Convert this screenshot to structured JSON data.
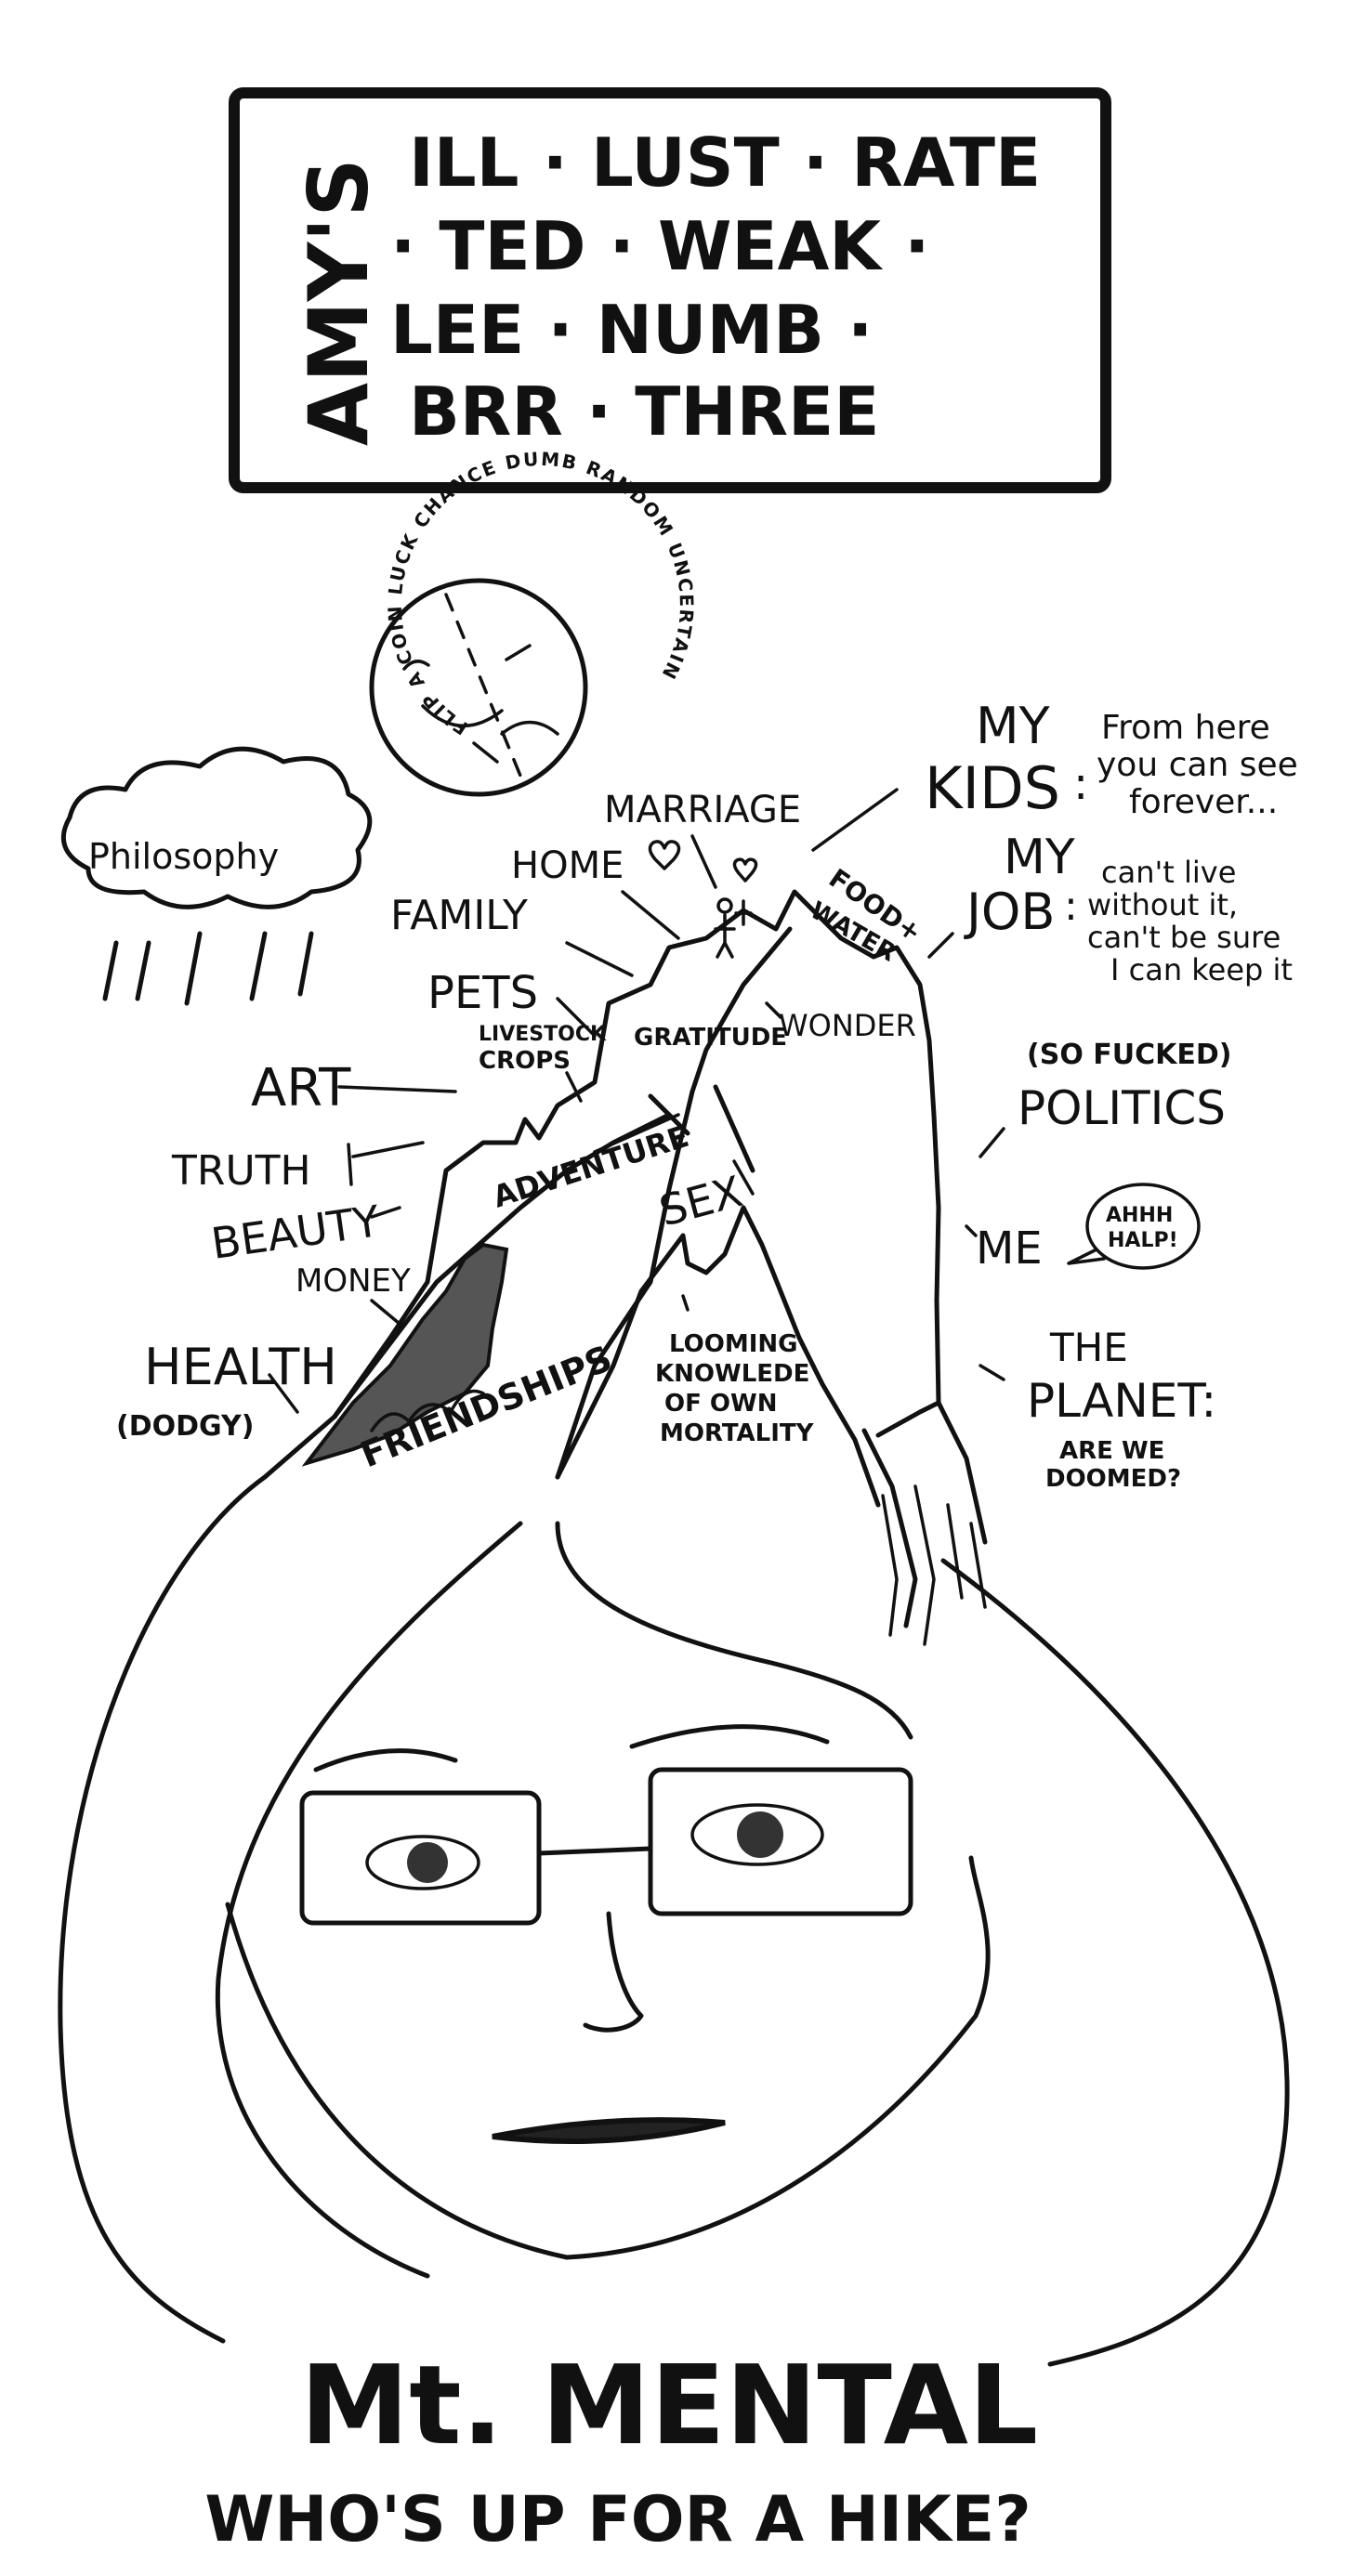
{
  "title": {
    "owner": "AMY'S",
    "lines": [
      "ILL · LUST · RATE",
      "· TED · WEAK ·",
      "LEE · NUMB ·",
      "BRR · THREE"
    ]
  },
  "sun": {
    "ring_text": "FLIP A COIN  LUCK  CHANCE  DUMB  RANDOM  UNCERTAIN"
  },
  "cloud": {
    "label": "Philosophy"
  },
  "mountain_labels": {
    "marriage": "MARRIAGE",
    "home": "HOME",
    "family": "FAMILY",
    "pets": "PETS",
    "livestock": "LIVESTOCK",
    "crops": "CROPS",
    "gratitude": "GRATITUDE",
    "wonder": "WONDER",
    "food": "FOOD+",
    "water": "WATER",
    "art": "ART",
    "truth": "TRUTH",
    "beauty": "BEAUTY",
    "adventure": "ADVENTURE",
    "sex": "SEX",
    "money": "MONEY",
    "health": "HEALTH",
    "health_note": "(DODGY)",
    "friendships": "FRIENDSHIPS",
    "mortality": [
      "LOOMING",
      "KNOWLEDE",
      "OF OWN",
      "MORTALITY"
    ]
  },
  "right_labels": {
    "kids_a": "MY",
    "kids_b": "KIDS",
    "kids_note": [
      "From here",
      "you can see",
      "forever..."
    ],
    "job_a": "MY",
    "job_b": "JOB",
    "job_note": [
      "can't live",
      "without it,",
      "can't be sure",
      "I can keep it"
    ],
    "politics_note": "(SO FUCKED)",
    "politics": "POLITICS",
    "me": "ME",
    "me_speech": [
      "AHHH",
      "HALP!"
    ],
    "planet_a": "THE",
    "planet_b": "PLANET:",
    "planet_note": [
      "ARE WE",
      "DOOMED?"
    ]
  },
  "caption": {
    "title": "Mt. MENTAL",
    "subtitle": "WHO'S UP FOR A HIKE?"
  }
}
